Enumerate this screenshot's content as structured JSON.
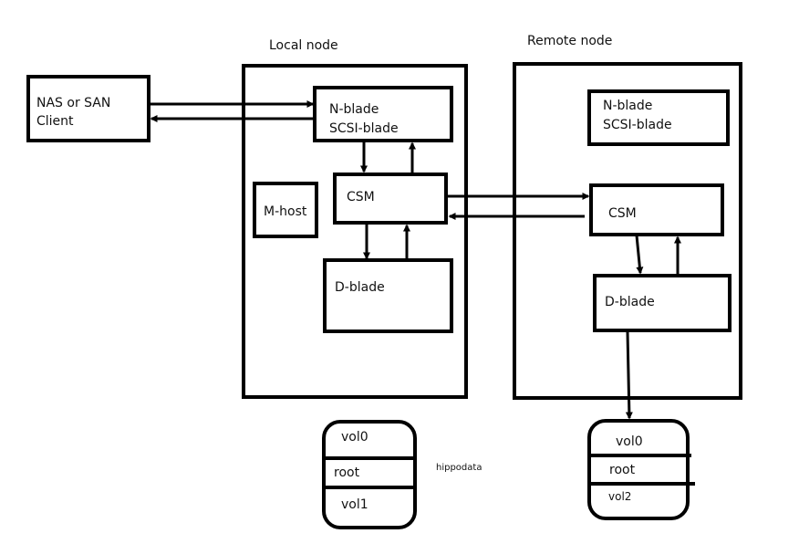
{
  "local_node": {
    "title": "Local node"
  },
  "remote_node": {
    "title": "Remote node"
  },
  "client": {
    "line1": "NAS or SAN",
    "line2": "Client"
  },
  "local": {
    "nblade_line1": "N-blade",
    "nblade_line2": "SCSI-blade",
    "csm": "CSM",
    "mhost": "M-host",
    "dblade": "D-blade"
  },
  "remote": {
    "nblade_line1": "N-blade",
    "nblade_line2": "SCSI-blade",
    "csm": "CSM",
    "dblade": "D-blade"
  },
  "local_disk": {
    "vol0": "vol0",
    "root": "root",
    "vol1": "vol1"
  },
  "remote_disk": {
    "vol0": "vol0",
    "root": "root",
    "vol2": "vol2"
  },
  "watermark": "hippodata"
}
